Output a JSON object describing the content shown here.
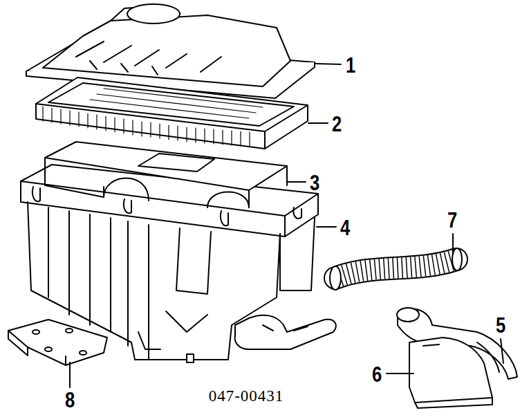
{
  "diagram": {
    "labels": [
      "1",
      "2",
      "3",
      "4",
      "5",
      "6",
      "7",
      "8",
      "047-00431"
    ]
  }
}
